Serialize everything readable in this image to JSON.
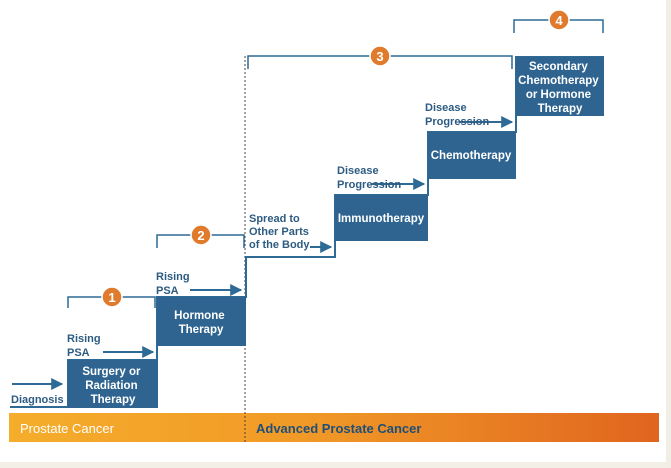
{
  "steps": [
    {
      "number": "1"
    },
    {
      "number": "2"
    },
    {
      "number": "3"
    },
    {
      "number": "4"
    }
  ],
  "boxes": [
    {
      "lines": [
        "Surgery or",
        "Radiation",
        "Therapy"
      ]
    },
    {
      "lines": [
        "Hormone",
        "Therapy"
      ]
    },
    {
      "lines": [
        "Immunotherapy"
      ]
    },
    {
      "lines": [
        "Chemotherapy"
      ]
    },
    {
      "lines": [
        "Secondary",
        "Chemotherapy",
        "or Hormone",
        "Therapy"
      ]
    }
  ],
  "labels": {
    "diagnosis": "Diagnosis",
    "rising_psa_1": [
      "Rising",
      "PSA"
    ],
    "rising_psa_2": [
      "Rising",
      "PSA"
    ],
    "spread": [
      "Spread to",
      "Other Parts",
      "of the Body"
    ],
    "disease_progression_1": [
      "Disease",
      "Progression"
    ],
    "disease_progression_2": [
      "Disease",
      "Progression"
    ]
  },
  "bar": {
    "left": "Prostate Cancer",
    "right": "Advanced Prostate Cancer"
  },
  "colors": {
    "box": "#2f6490",
    "line": "#2d6a96",
    "badge": "#e07a2c",
    "bar_start": "#f4ab2a",
    "bar_end": "#e06a22"
  }
}
